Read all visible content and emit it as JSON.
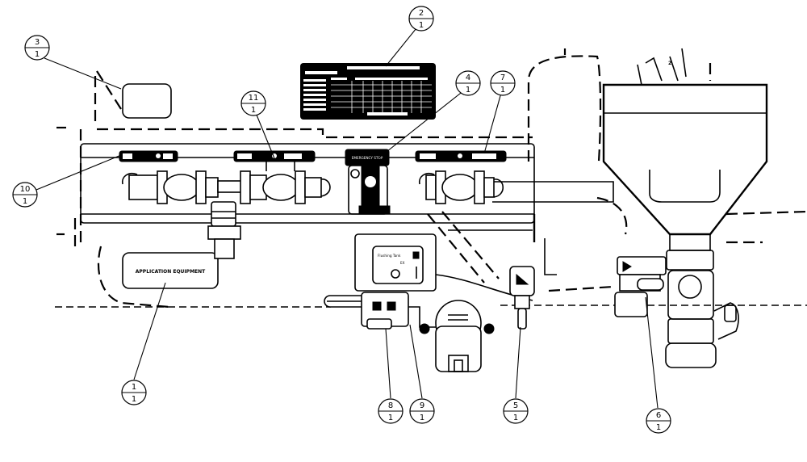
{
  "balloons": [
    {
      "id": "b1",
      "num": "1",
      "qty": "1"
    },
    {
      "id": "b2",
      "num": "2",
      "qty": "1"
    },
    {
      "id": "b3",
      "num": "3",
      "qty": "1"
    },
    {
      "id": "b4",
      "num": "4",
      "qty": "1"
    },
    {
      "id": "b5",
      "num": "5",
      "qty": "1"
    },
    {
      "id": "b6",
      "num": "6",
      "qty": "1"
    },
    {
      "id": "b7",
      "num": "7",
      "qty": "1"
    },
    {
      "id": "b8",
      "num": "8",
      "qty": "1"
    },
    {
      "id": "b9",
      "num": "9",
      "qty": "1"
    },
    {
      "id": "b10",
      "num": "10",
      "qty": "1"
    },
    {
      "id": "b11",
      "num": "11",
      "qty": "1"
    }
  ],
  "decals": {
    "application_equipment": "APPLICATION EQUIPMENT",
    "flushing_tank": "Flushing Tank",
    "flushing_tank_sub": "EX",
    "emergency_stop": "EMERGENCY STOP"
  }
}
